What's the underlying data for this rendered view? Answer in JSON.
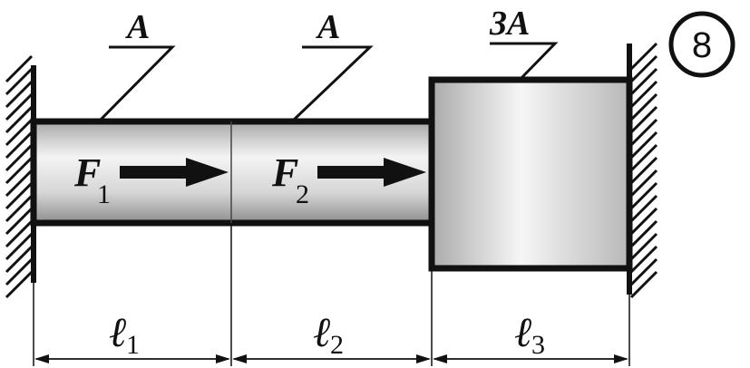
{
  "figure_number": "8",
  "sections": [
    {
      "area_label": "A"
    },
    {
      "area_label": "A"
    },
    {
      "area_label": "3A"
    }
  ],
  "forces": [
    {
      "symbol": "F",
      "index": "1"
    },
    {
      "symbol": "F",
      "index": "2"
    }
  ],
  "lengths": [
    {
      "symbol": "ℓ",
      "index": "1"
    },
    {
      "symbol": "ℓ",
      "index": "2"
    },
    {
      "symbol": "ℓ",
      "index": "3"
    }
  ],
  "colors": {
    "outline": "#111111",
    "rod_fill_light": "#f2f2f2",
    "rod_fill_dark": "#9a9a9a"
  }
}
